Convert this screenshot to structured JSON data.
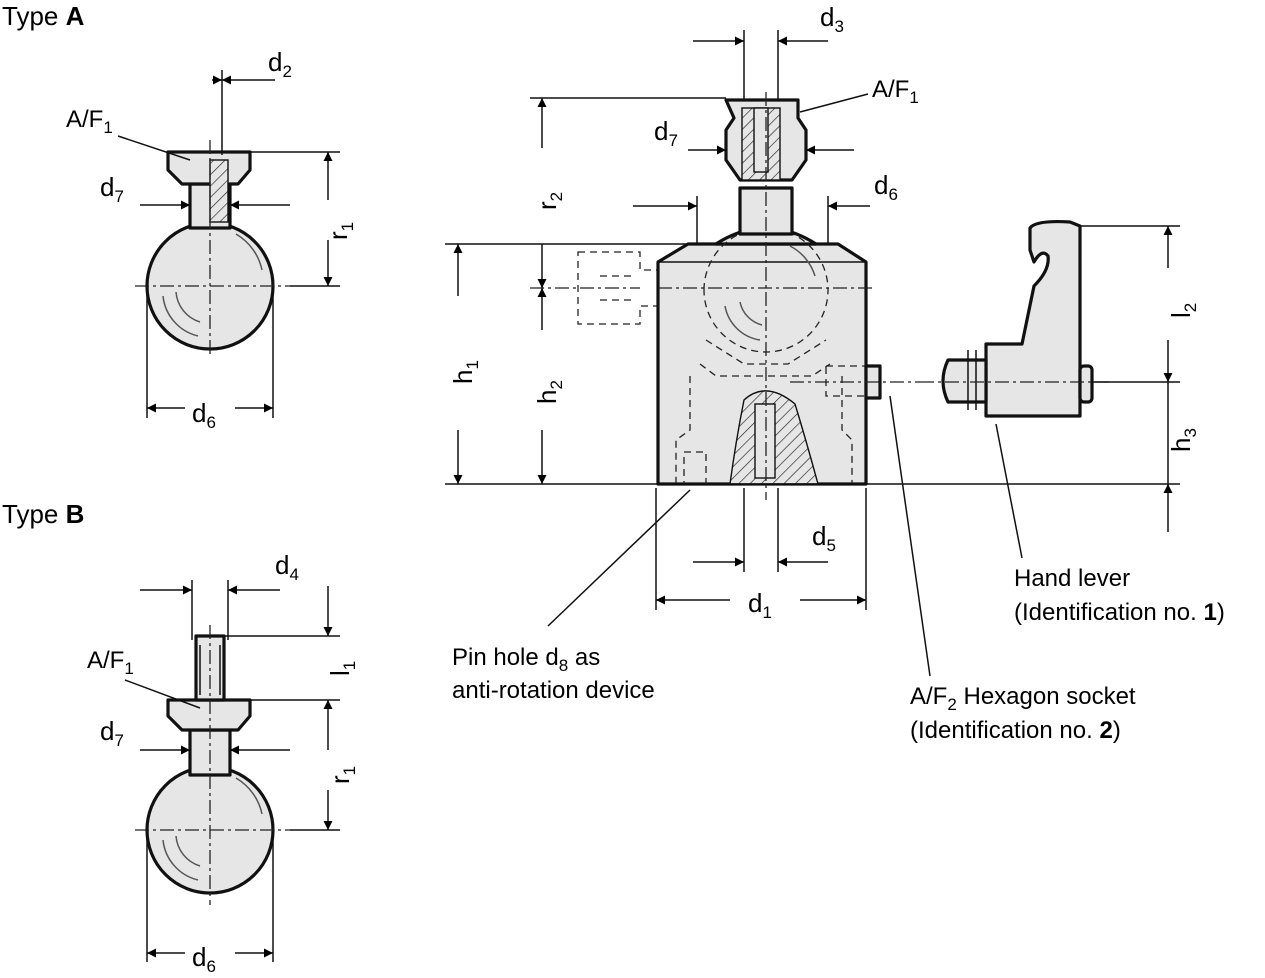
{
  "type_a": {
    "prefix": "Type ",
    "letter": "A"
  },
  "type_b": {
    "prefix": "Type ",
    "letter": "B"
  },
  "dims": {
    "a_d2": {
      "base": "d",
      "sub": "2"
    },
    "a_af1": {
      "base": "A/F",
      "sub": "1"
    },
    "a_d7": {
      "base": "d",
      "sub": "7"
    },
    "a_r1": {
      "base": "r",
      "sub": "1"
    },
    "a_d6": {
      "base": "d",
      "sub": "6"
    },
    "b_d4": {
      "base": "d",
      "sub": "4"
    },
    "b_l1": {
      "base": "l",
      "sub": "1"
    },
    "b_af1": {
      "base": "A/F",
      "sub": "1"
    },
    "b_d7": {
      "base": "d",
      "sub": "7"
    },
    "b_r1": {
      "base": "r",
      "sub": "1"
    },
    "b_d6": {
      "base": "d",
      "sub": "6"
    },
    "m_d3": {
      "base": "d",
      "sub": "3"
    },
    "m_af1": {
      "base": "A/F",
      "sub": "1"
    },
    "m_d7": {
      "base": "d",
      "sub": "7"
    },
    "m_r2": {
      "base": "r",
      "sub": "2"
    },
    "m_d6": {
      "base": "d",
      "sub": "6"
    },
    "m_h1": {
      "base": "h",
      "sub": "1"
    },
    "m_h2": {
      "base": "h",
      "sub": "2"
    },
    "m_d5": {
      "base": "d",
      "sub": "5"
    },
    "m_d1": {
      "base": "d",
      "sub": "1"
    },
    "m_l2": {
      "base": "l",
      "sub": "2"
    },
    "m_h3": {
      "base": "h",
      "sub": "3"
    }
  },
  "notes": {
    "pin_hole": {
      "line1_pre": "Pin hole d",
      "line1_sub": "8",
      "line1_post": " as",
      "line2": "anti-rotation device"
    },
    "hex_socket": {
      "line1_pre": "A/F",
      "line1_sub": "2",
      "line1_post": " Hexagon socket",
      "line2_pre": "(Identification no. ",
      "line2_bold": "2",
      "line2_post": ")"
    },
    "hand_lever": {
      "line1": "Hand lever",
      "line2_pre": "(Identification no. ",
      "line2_bold": "1",
      "line2_post": ")"
    }
  }
}
